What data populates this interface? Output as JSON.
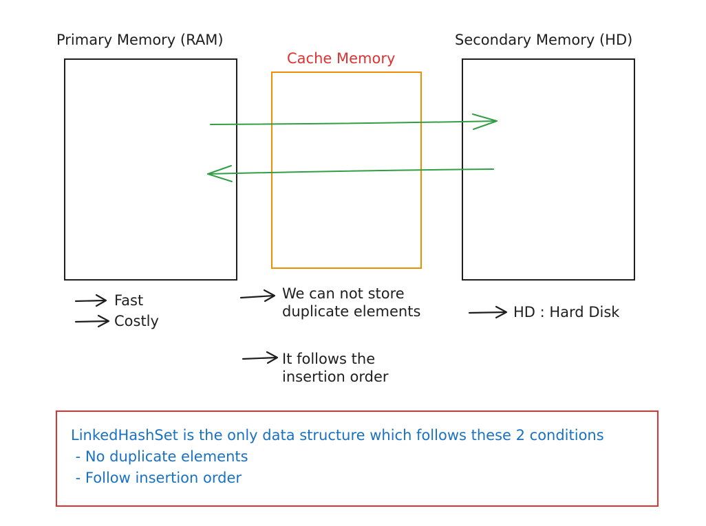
{
  "colors": {
    "ink": "#1e1e1e",
    "cache": "#f08c00",
    "cache_label": "#e03131",
    "arrow": "#2f9e44",
    "note_border": "#e03131",
    "note_text": "#1971c2"
  },
  "primary": {
    "title": "Primary Memory (RAM)",
    "notes": [
      "Fast",
      "Costly"
    ]
  },
  "cache": {
    "title": "Cache Memory",
    "notes": [
      [
        "We can not store",
        "duplicate elements"
      ],
      [
        "It follows the",
        "insertion order"
      ]
    ]
  },
  "secondary": {
    "title": "Secondary Memory (HD)",
    "notes": [
      "HD : Hard Disk"
    ]
  },
  "callout": {
    "heading": "LinkedHashSet is the only data structure which follows these 2 conditions",
    "items": [
      " - No duplicate elements",
      " - Follow insertion order"
    ]
  }
}
